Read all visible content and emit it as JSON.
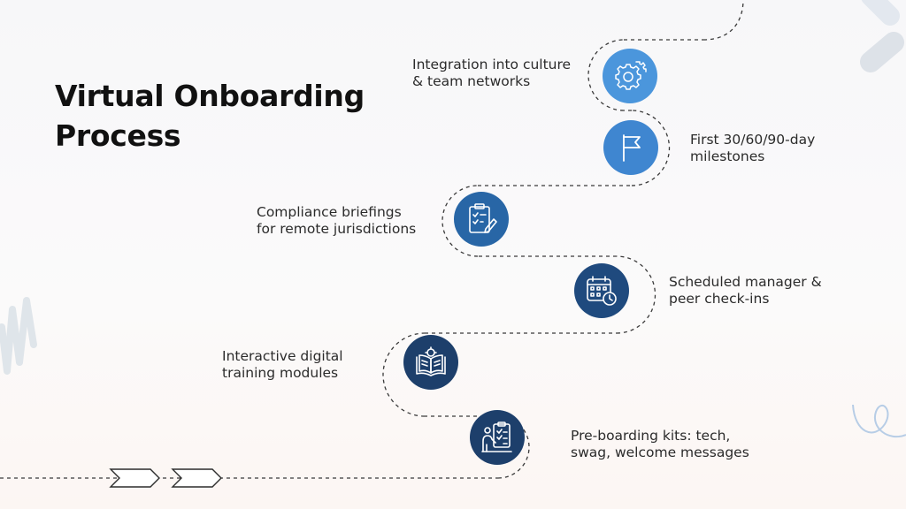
{
  "title": {
    "line1": "Virtual Onboarding",
    "line2": "Process"
  },
  "colors": {
    "dark_navy": "#1d3f6b",
    "mid_blue": "#2866a6",
    "bright_blue": "#3f86d0",
    "light_blue": "#4b96dc",
    "path": "#3a3a3a"
  },
  "steps": [
    {
      "text_line1": "Pre-boarding kits: tech,",
      "text_line2": "swag, welcome messages",
      "icon": "checklist-person-icon"
    },
    {
      "text_line1": "Interactive digital",
      "text_line2": "training modules",
      "icon": "open-book-icon"
    },
    {
      "text_line1": "Scheduled manager &",
      "text_line2": "peer check-ins",
      "icon": "calendar-clock-icon"
    },
    {
      "text_line1": "Compliance briefings",
      "text_line2": "for remote jurisdictions",
      "icon": "clipboard-check-icon"
    },
    {
      "text_line1": "First 30/60/90-day",
      "text_line2": "milestones",
      "icon": "flag-icon"
    },
    {
      "text_line1": "Integration into culture",
      "text_line2": "& team networks",
      "icon": "gears-icon"
    }
  ]
}
